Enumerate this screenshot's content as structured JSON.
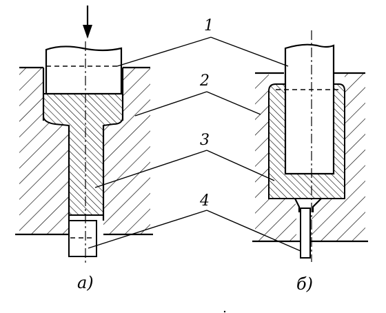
{
  "labels": {
    "part1": "1",
    "part2": "2",
    "part3": "3",
    "part4": "4"
  },
  "captions": {
    "a": "а)",
    "b": "б)"
  }
}
